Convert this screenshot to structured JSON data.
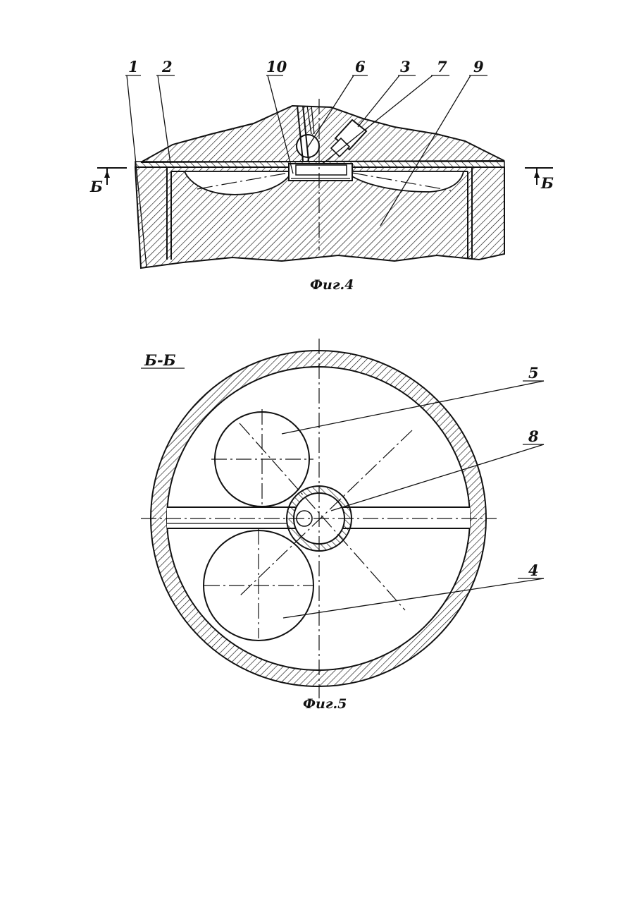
{
  "figure4": {
    "caption": "Фиг.4",
    "callouts": [
      "1",
      "2",
      "10",
      "6",
      "3",
      "7",
      "9"
    ],
    "section_mark_left": "Б",
    "section_mark_right": "Б"
  },
  "figure5": {
    "caption": "Фиг.5",
    "section_title": "Б-Б",
    "callouts": [
      "5",
      "8",
      "4"
    ]
  }
}
